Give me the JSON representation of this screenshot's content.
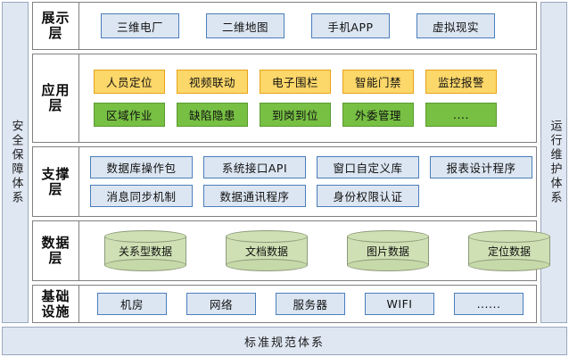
{
  "bands": {
    "left_label": "安全保障体系",
    "right_label": "运行维护体系",
    "bottom_label": "标准规范体系"
  },
  "layers": [
    {
      "id": "presentation",
      "label": "展示层",
      "rows": [
        {
          "style": "blue",
          "nodes": [
            "三维电厂",
            "二维地图",
            "手机APP",
            "虚拟现实"
          ]
        }
      ]
    },
    {
      "id": "application",
      "label": "应用层",
      "rows": [
        {
          "style": "orange",
          "nodes": [
            "人员定位",
            "视频联动",
            "电子围栏",
            "智能门禁",
            "监控报警"
          ]
        },
        {
          "style": "green",
          "nodes": [
            "区域作业",
            "缺陷隐患",
            "到岗到位",
            "外委管理",
            "...."
          ]
        }
      ]
    },
    {
      "id": "support",
      "label": "支撑层",
      "rows": [
        {
          "style": "blue",
          "nodes": [
            "数据库操作包",
            "系统接口API",
            "窗口自定义库",
            "报表设计程序"
          ]
        },
        {
          "style": "blue",
          "nodes": [
            "消息同步机制",
            "数据通讯程序",
            "身份权限认证"
          ]
        }
      ]
    },
    {
      "id": "data",
      "label": "数据层",
      "rows": [
        {
          "style": "cylinder",
          "nodes": [
            "关系型数据",
            "文档数据",
            "图片数据",
            "定位数据"
          ]
        }
      ]
    },
    {
      "id": "infra",
      "label": "基础设施",
      "rows": [
        {
          "style": "blue",
          "nodes": [
            "机房",
            "网络",
            "服务器",
            "WIFI",
            "......"
          ]
        }
      ]
    }
  ],
  "colors": {
    "band_fill": "#dfe7f3",
    "band_border": "#9aa7bb",
    "blue_fill": "#dce6f2",
    "blue_border": "#4a7ebb",
    "orange_fill": "#fcd769",
    "orange_border": "#e8a317",
    "green_fill": "#77c043",
    "green_border": "#5a9a31",
    "cylinder_fill": "#cfe0b4",
    "cylinder_border": "#8d9a7a",
    "layer_border": "#808080"
  }
}
